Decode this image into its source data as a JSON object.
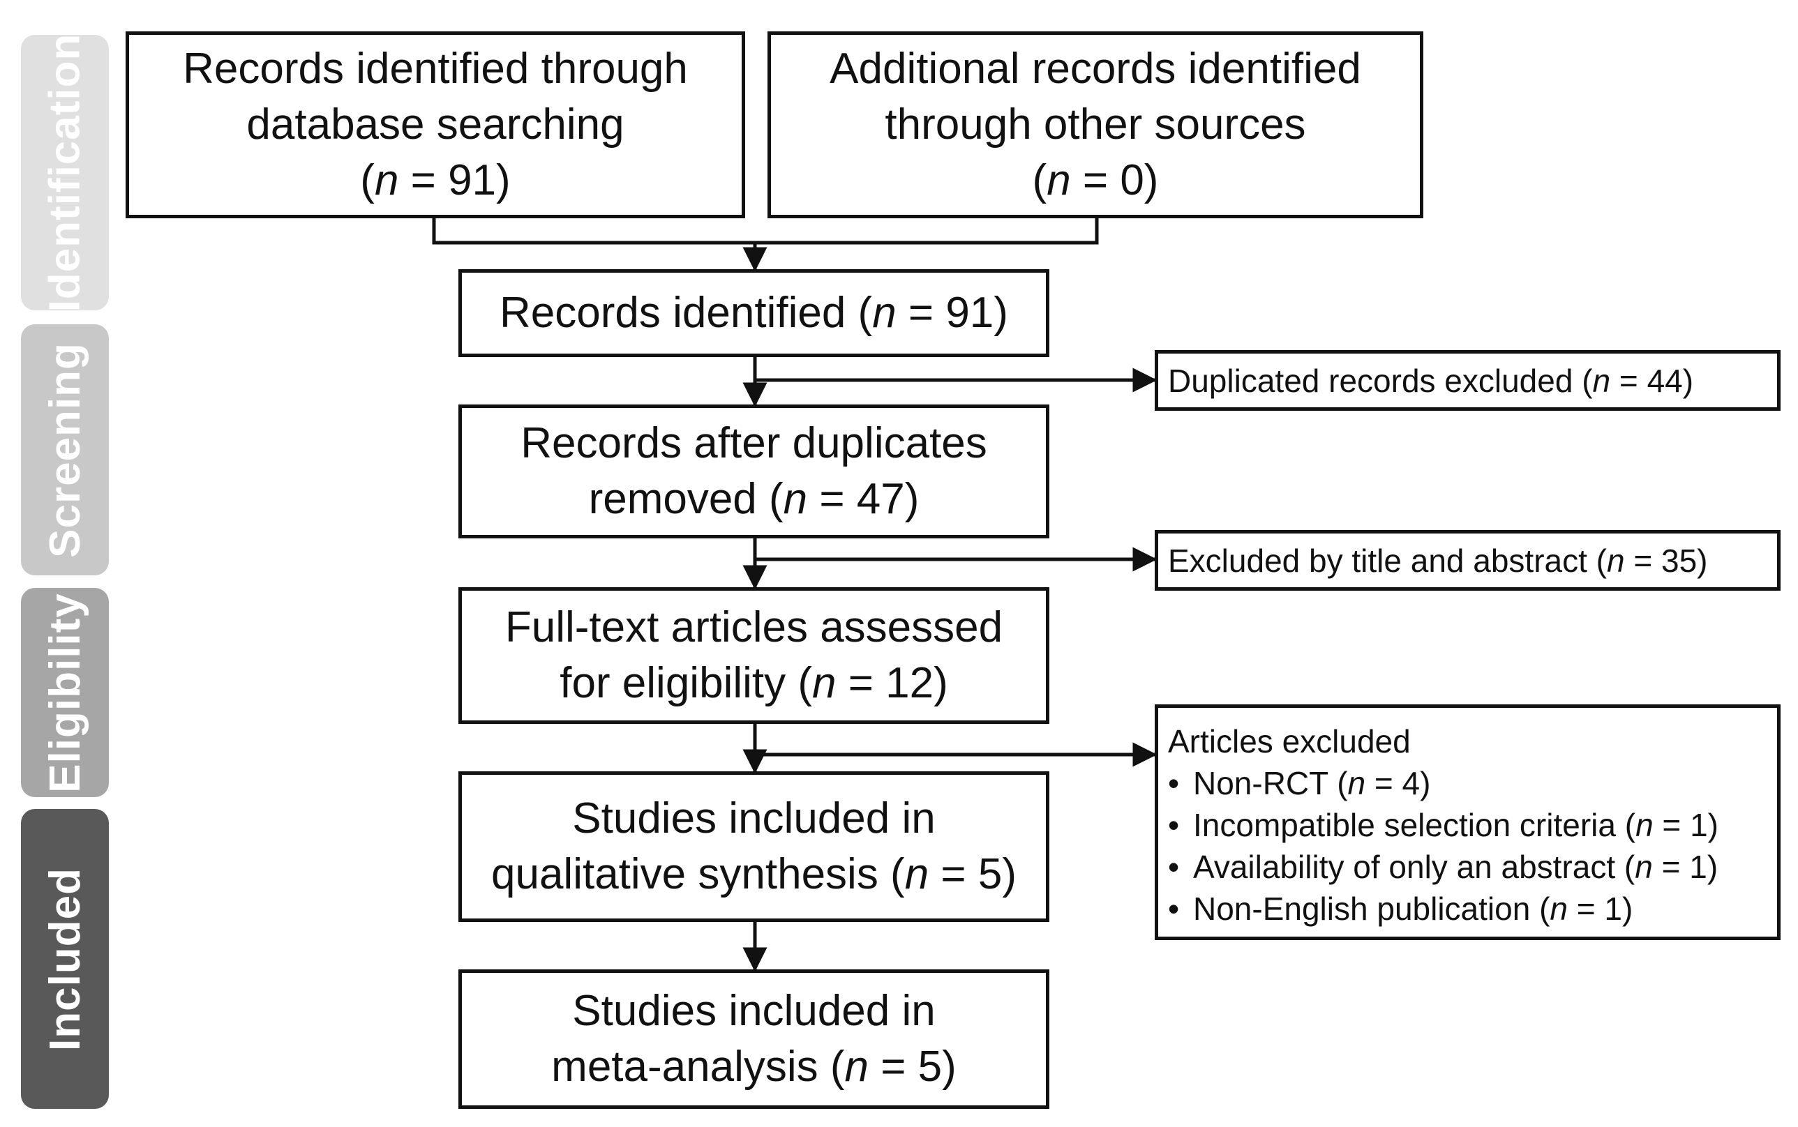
{
  "phases": {
    "identification": {
      "label": "Identification",
      "color": "#e0e0e0"
    },
    "screening": {
      "label": "Screening",
      "color": "#c8c8c8"
    },
    "eligibility": {
      "label": "Eligibility",
      "color": "#a6a6a6"
    },
    "included": {
      "label": "Included",
      "color": "#595959"
    }
  },
  "n_symbol": "n",
  "boxes": {
    "database": {
      "line1": "Records identified through",
      "line2": "database searching",
      "pre": "(",
      "post": " = 91)"
    },
    "other": {
      "line1": "Additional records identified",
      "line2": "through other sources",
      "pre": "(",
      "post": " = 0)"
    },
    "identified": {
      "pre": "Records identified (",
      "post": " = 91)"
    },
    "after_duplicates": {
      "line1": "Records after duplicates",
      "pre": "removed (",
      "post": " = 47)"
    },
    "full_text": {
      "line1": "Full-text articles assessed",
      "pre": "for eligibility (",
      "post": " = 12)"
    },
    "qualitative": {
      "line1": "Studies included in",
      "pre": "qualitative synthesis (",
      "post": " = 5)"
    },
    "meta": {
      "line1": "Studies included in",
      "pre": "meta-analysis (",
      "post": " = 5)"
    }
  },
  "side_boxes": {
    "duplicates": {
      "pre": "Duplicated records excluded (",
      "post": " = 44)"
    },
    "title_abstract": {
      "pre": "Excluded by title and abstract (",
      "post": " = 35)"
    }
  },
  "articles_excluded": {
    "title": "Articles excluded",
    "bullet": "•",
    "items": [
      {
        "pre": "Non-RCT (",
        "post": " = 4)"
      },
      {
        "pre": "Incompatible selection criteria (",
        "post": " = 1)"
      },
      {
        "pre": "Availability of only an abstract (",
        "post": " = 1)"
      },
      {
        "pre": "Non-English publication (",
        "post": " = 1)"
      }
    ]
  }
}
